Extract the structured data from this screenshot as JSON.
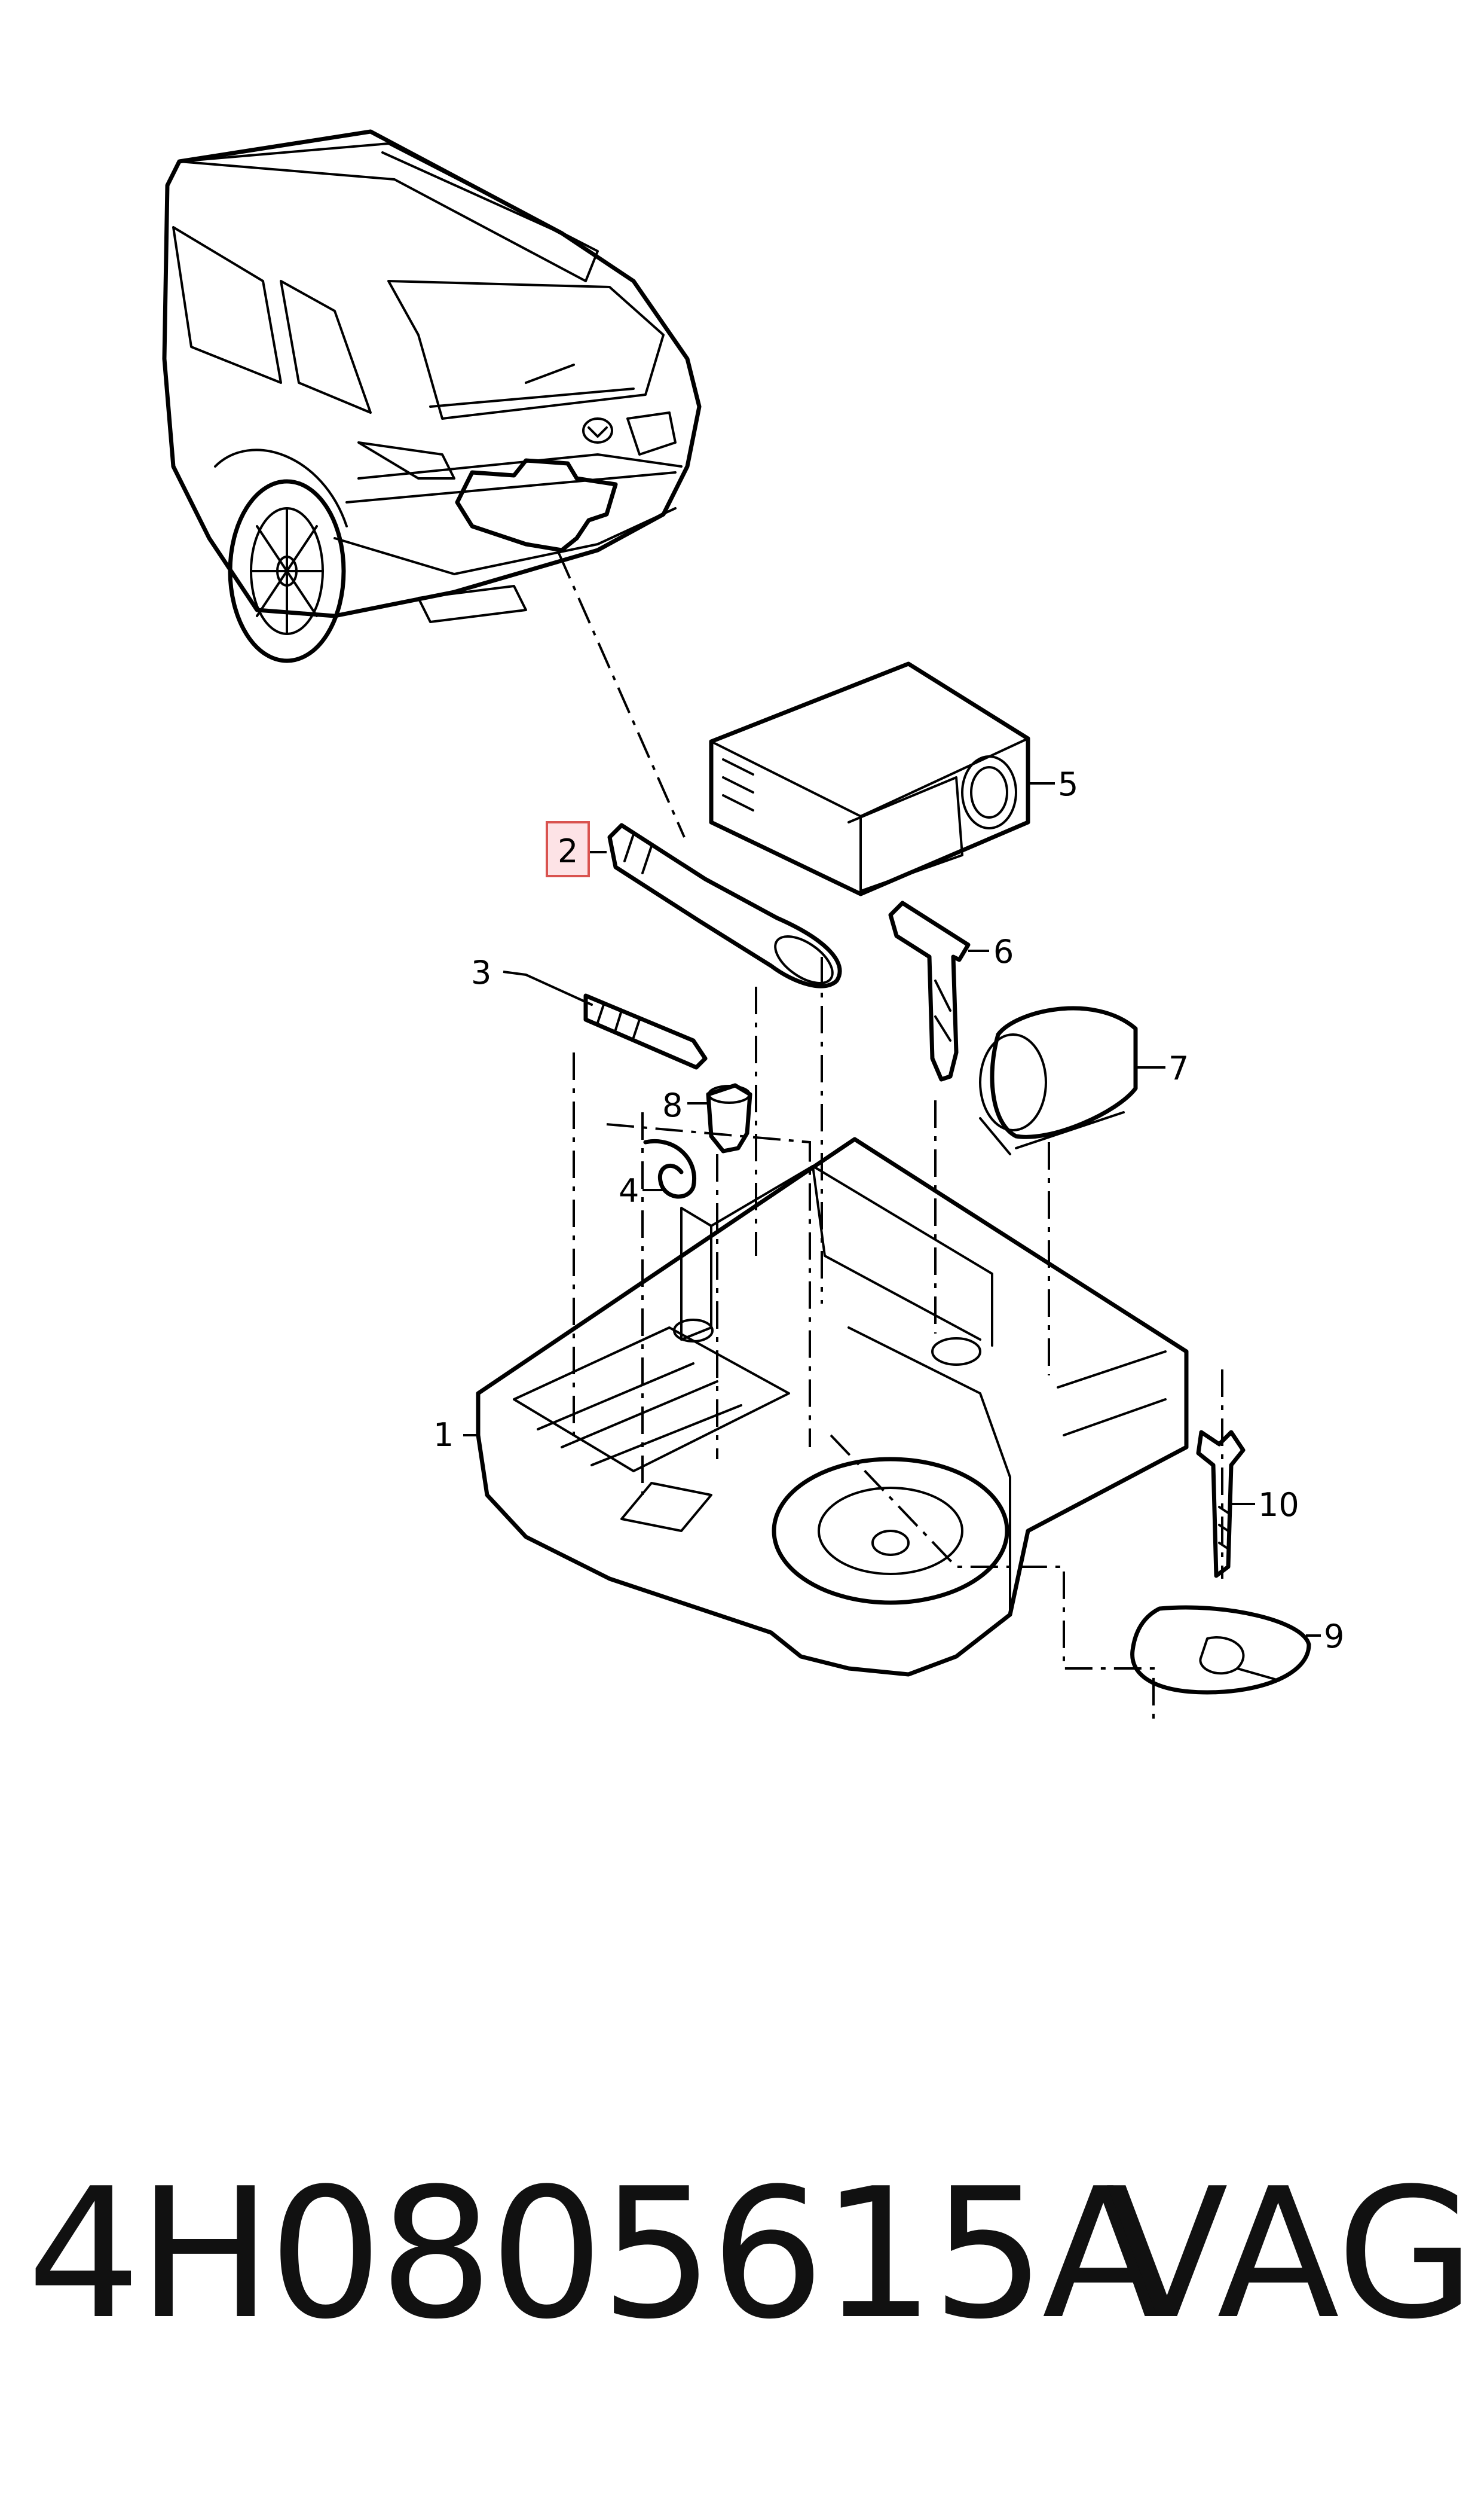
{
  "callouts": {
    "c1": "1",
    "c2": "2",
    "c3": "3",
    "c4": "4",
    "c5": "5",
    "c6": "6",
    "c7": "7",
    "c8": "8",
    "c9": "9",
    "c10": "10"
  },
  "highlighted_callout": "2",
  "highlight_color": "#fde3e6",
  "highlight_border_color": "#d9534f",
  "footer": {
    "part_number": "4H0805615A",
    "brand": "VAG"
  }
}
